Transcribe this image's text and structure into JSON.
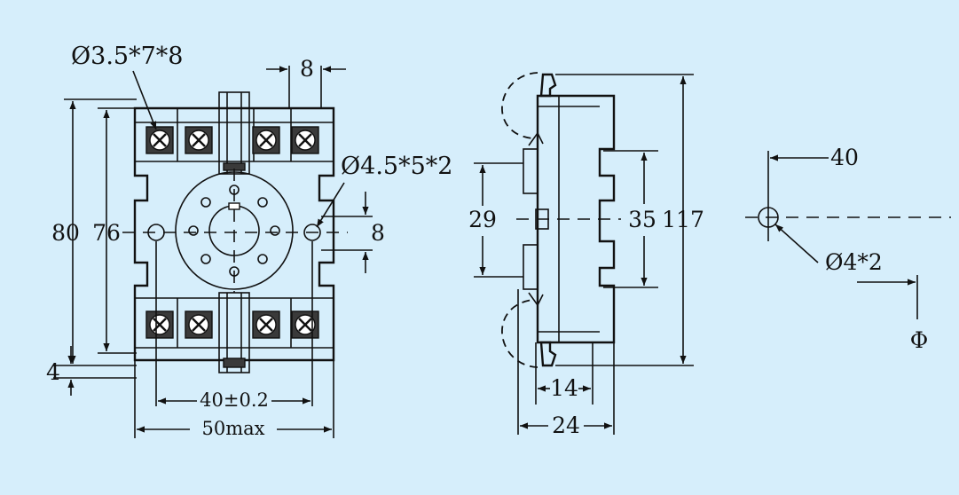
{
  "colors": {
    "background": "#d6eefb",
    "line": "#111111",
    "terminal": "#3a3a3a"
  },
  "front_view": {
    "hole_spec": "Ø3.5*7*8",
    "pitch_top": "8",
    "mount_hole": "Ø4.5*5*2",
    "mount_hole_height": "8",
    "height_outer": "80",
    "height_inner": "76",
    "offset_bottom": "4",
    "mount_spacing": "40±0.2",
    "width_max": "50max"
  },
  "side_view": {
    "dim_29": "29",
    "dim_35": "35",
    "dim_117": "117",
    "dim_14": "14",
    "dim_24": "24"
  },
  "cutout_view": {
    "spacing": "40",
    "hole_spec": "Ø4*2",
    "center_symbol": "Φ"
  }
}
